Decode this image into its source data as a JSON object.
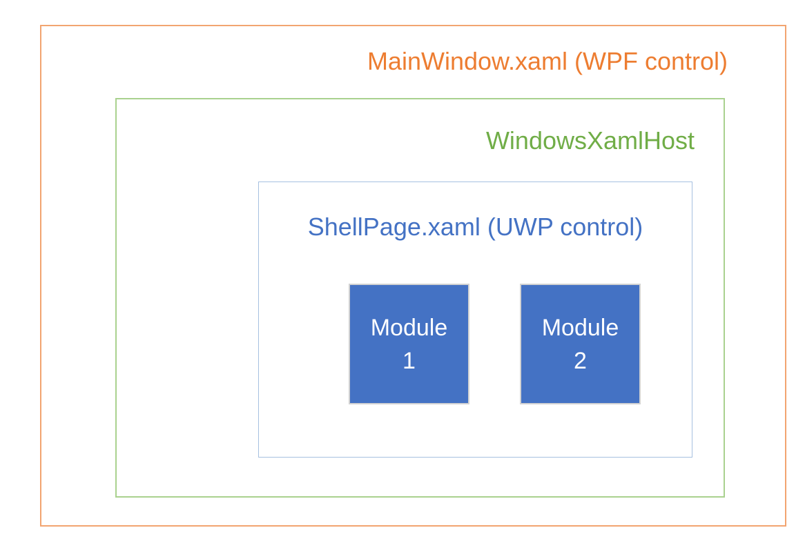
{
  "diagram": {
    "outer": {
      "label": "MainWindow.xaml (WPF control)"
    },
    "host": {
      "label": "WindowsXamlHost"
    },
    "shell": {
      "label": "ShellPage.xaml (UWP control)"
    },
    "modules": [
      {
        "line1": "Module",
        "line2": "1"
      },
      {
        "line1": "Module",
        "line2": "2"
      }
    ]
  },
  "colors": {
    "background": "#ffffff",
    "outer-border": "#f2a470",
    "outer-text": "#ed7d31",
    "host-border": "#a9d18e",
    "host-text": "#70ad47",
    "shell-border": "#a6c0e0",
    "shell-text": "#4472c4",
    "module-fill": "#4472c4",
    "module-border": "#d2d2d2",
    "module-text": "#ffffff"
  }
}
